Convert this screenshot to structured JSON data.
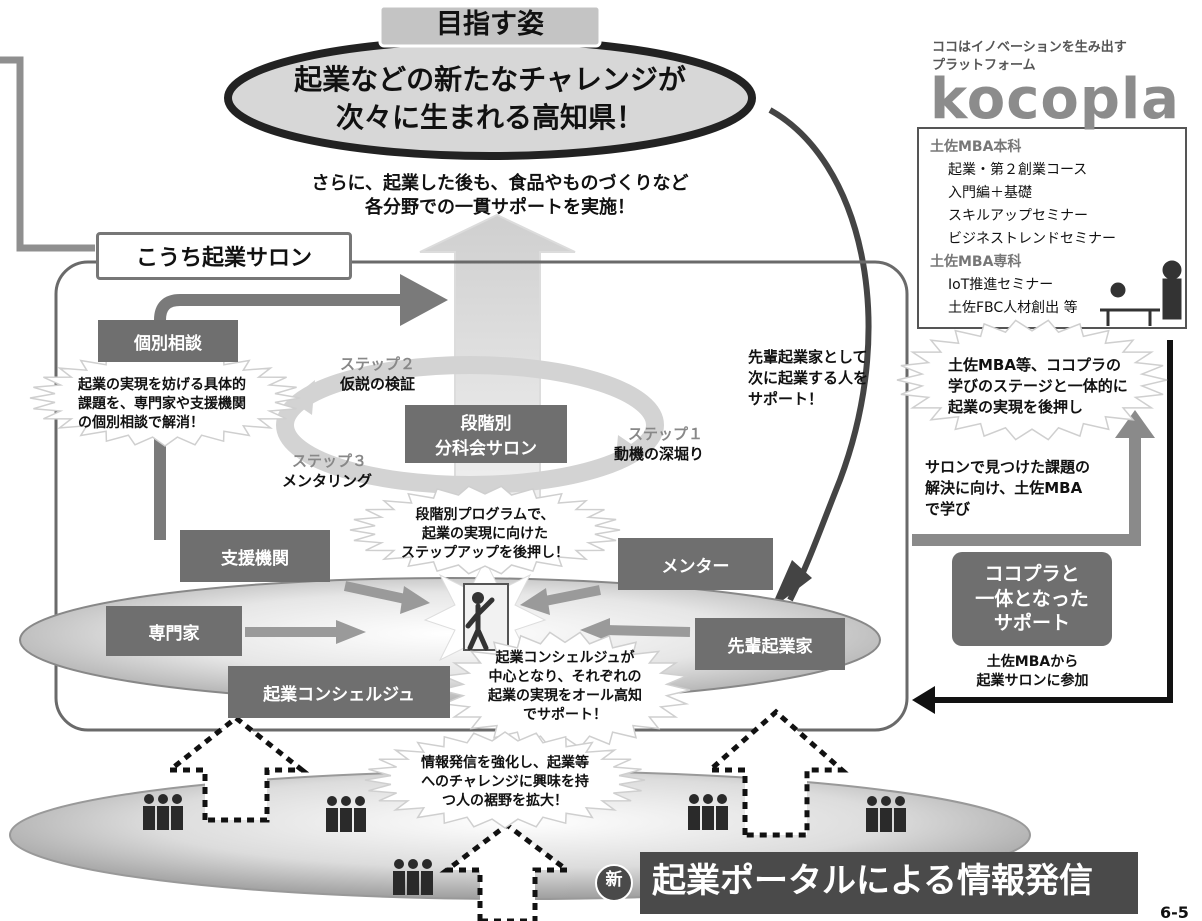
{
  "goal": {
    "title": "目指す姿",
    "ellipse_line1": "起業などの新たなチャレンジが",
    "ellipse_line2": "次々に生まれる高知県！"
  },
  "after_support": {
    "line1": "さらに、起業した後も、食品やものづくりなど",
    "line2": "各分野での一貫サポートを実施！"
  },
  "salon": {
    "label": "こうち起業サロン",
    "consult_box": "個別相談",
    "consult_burst": [
      "起業の実現を妨げる具体的",
      "課題を、専門家や支援機関",
      "の個別相談で解消！"
    ],
    "step2_title": "ステップ２",
    "step2_text": "仮説の検証",
    "step1_title": "ステップ１",
    "step1_text": "動機の深堀り",
    "step3_title": "ステップ３",
    "step3_text": "メンタリング",
    "center_box": [
      "段階別",
      "分科会サロン"
    ],
    "program_burst": [
      "段階別プログラムで、",
      "起業の実現に向けた",
      "ステップアップを後押し！"
    ],
    "senior_note": [
      "先輩起業家として",
      "次に起業する人を",
      "サポート！"
    ],
    "support_org": "支援機関",
    "mentor": "メンター",
    "expert": "専門家",
    "senior": "先輩起業家",
    "concierge": "起業コンシェルジュ",
    "concierge_burst": [
      "起業コンシェルジュが",
      "中心となり、それぞれの",
      "起業の実現をオール高知",
      "でサポート！"
    ]
  },
  "kocopla": {
    "tagline_line1": "ココはイノベーションを生み出す",
    "tagline_line2": "プラットフォーム",
    "logo": "kocopla",
    "list": [
      {
        "text": "土佐MBA本科",
        "kind": "head"
      },
      {
        "text": "起業・第２創業コース",
        "kind": "item"
      },
      {
        "text": "入門編＋基礎",
        "kind": "item"
      },
      {
        "text": "スキルアップセミナー",
        "kind": "item"
      },
      {
        "text": "ビジネストレンドセミナー",
        "kind": "item"
      },
      {
        "text": "土佐MBA専科",
        "kind": "head"
      },
      {
        "text": "IoT推進セミナー",
        "kind": "item"
      },
      {
        "text": "土佐FBC人材創出 等",
        "kind": "item"
      }
    ],
    "mba_burst": [
      "土佐MBA等、ココプラの",
      "学びのステージと一体的に",
      "起業の実現を後押し"
    ],
    "salon_issue": [
      "サロンで見つけた課題の",
      "解決に向け、土佐MBA",
      "で学び"
    ],
    "support_box": [
      "ココプラと",
      "一体となった",
      "サポート"
    ],
    "join_note": [
      "土佐MBAから",
      "起業サロンに参加"
    ]
  },
  "portal": {
    "info_burst": [
      "情報発信を強化し、起業等",
      "へのチャレンジに興味を持",
      "つ人の裾野を拡大！"
    ],
    "new_badge": "新",
    "banner": "起業ポータルによる情報発信"
  },
  "page_number": "6-5"
}
